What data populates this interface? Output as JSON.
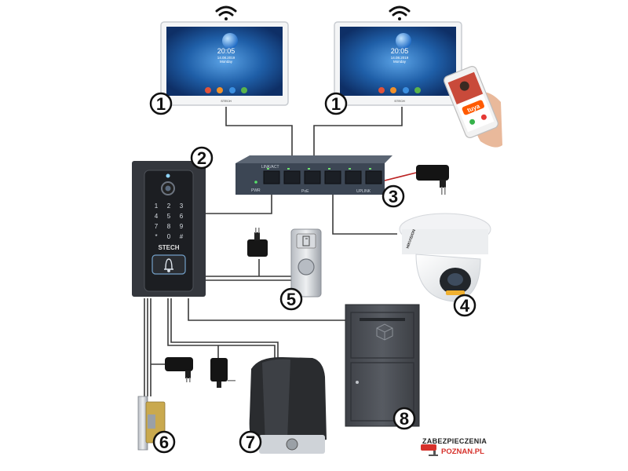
{
  "monitors": [
    {
      "time": "20:05",
      "date": "14.08.2019",
      "day": "Monday",
      "brand": "STECH",
      "number": "1"
    },
    {
      "time": "20:05",
      "date": "14.08.2019",
      "day": "Monday",
      "brand": "STECH",
      "number": "1"
    }
  ],
  "phone": {
    "app_logo": "tuya"
  },
  "door_station": {
    "brand": "STECH",
    "number": "2",
    "keys": [
      "1",
      "2",
      "3",
      "4",
      "5",
      "6",
      "7",
      "8",
      "9",
      "*",
      "0",
      "#"
    ]
  },
  "switch": {
    "number": "3",
    "label_top": "LINK/ACT",
    "label_pwr": "PWR",
    "label_poe": "PoE",
    "label_uplink": "UPLINK"
  },
  "camera": {
    "number": "4",
    "brand": "HIKVISION"
  },
  "exit_button": {
    "number": "5"
  },
  "strike": {
    "number": "6"
  },
  "gate_motor": {
    "number": "7"
  },
  "mailbox": {
    "number": "8"
  },
  "logo": {
    "line1": "ZABEZPIECZENIA",
    "line2": "POZNAN.PL",
    "accent": "#d6312b"
  },
  "colors": {
    "wire": "#3a3a3a",
    "badge_border": "#111111",
    "switch_body": "#3c4654",
    "port": "#1b1f25"
  }
}
